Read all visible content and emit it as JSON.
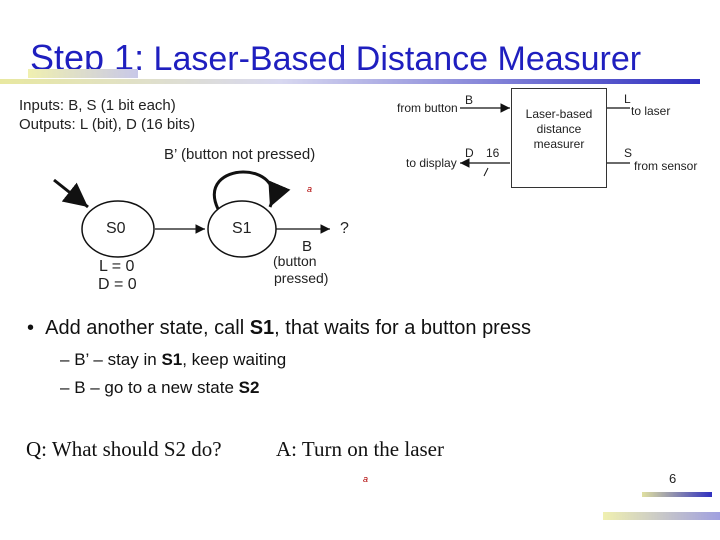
{
  "title": {
    "step": "Step 1:",
    "main": " Laser-Based Distance Measurer"
  },
  "io": {
    "inputs": "Inputs: B, S (1 bit each)",
    "outputs": "Outputs: L (bit), D (16 bits)"
  },
  "diagram": {
    "from_button": "from button",
    "b_port": "B",
    "to_display": "to display",
    "d_port": "D",
    "bus_width": "16",
    "box_label": "Laser-based distance measurer",
    "l_port": "L",
    "to_laser": "to laser",
    "s_port": "S",
    "from_sensor": "from sensor"
  },
  "fsm": {
    "self_loop_label": "B’ (button not pressed)",
    "s0": "S0",
    "s1": "S1",
    "s0_outputs_l": "L = 0",
    "s0_outputs_d": "D = 0",
    "transition_label_b": "B",
    "transition_label_note1": "(button",
    "transition_label_note2": "pressed)",
    "unknown_state": "?",
    "marker_top": "a",
    "marker_bottom": "a"
  },
  "bullets": {
    "main_prefix": "Add another state, call ",
    "main_bold": "S1",
    "main_suffix": ", that waits for a button press",
    "sub1_prefix": "B’ – stay in ",
    "sub1_bold": "S1",
    "sub1_suffix": ", keep waiting",
    "sub2_prefix": "B – go to a new state ",
    "sub2_bold": "S2"
  },
  "qa": {
    "question": "Q: What should S2 do?",
    "answer": "A: Turn on the laser"
  },
  "page_number": "6",
  "colors": {
    "title": "#1f1fbf",
    "accent_bar": "#3030c0"
  }
}
